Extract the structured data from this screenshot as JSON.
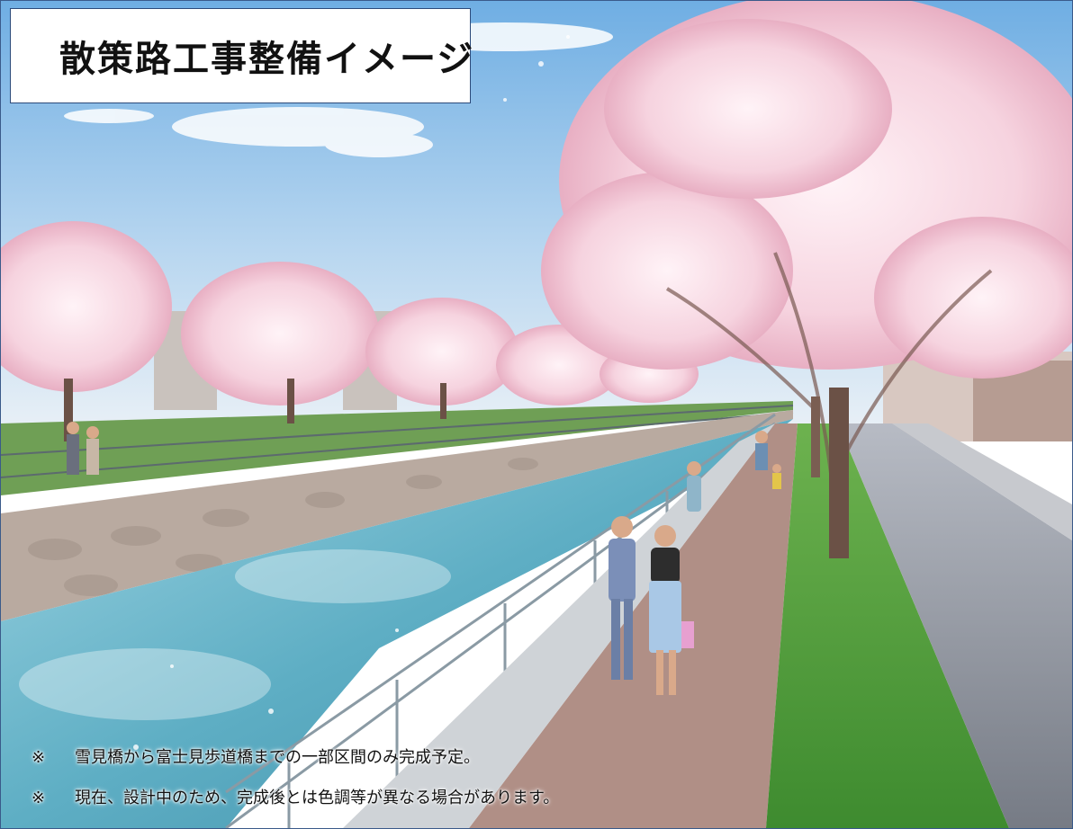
{
  "title": "散策路工事整備イメージ",
  "notes": [
    {
      "mark": "※",
      "text": "雪見橋から富士見歩道橋までの一部区間のみ完成予定。"
    },
    {
      "mark": "※",
      "text": "現在、設計中のため、完成後とは色調等が異なる場合があります。"
    }
  ],
  "colors": {
    "sky_top": "#7fb6e6",
    "sky_bottom": "#dcebf7",
    "blossom": "#f6d3df",
    "blossom_shadow": "#e7a9bf",
    "water": "#5eaec4",
    "stone_wall": "#b9aaa0",
    "path": "#b08f86",
    "grass": "#4f9a3a",
    "road": "#8b8f99",
    "border": "#2c4a7a"
  }
}
